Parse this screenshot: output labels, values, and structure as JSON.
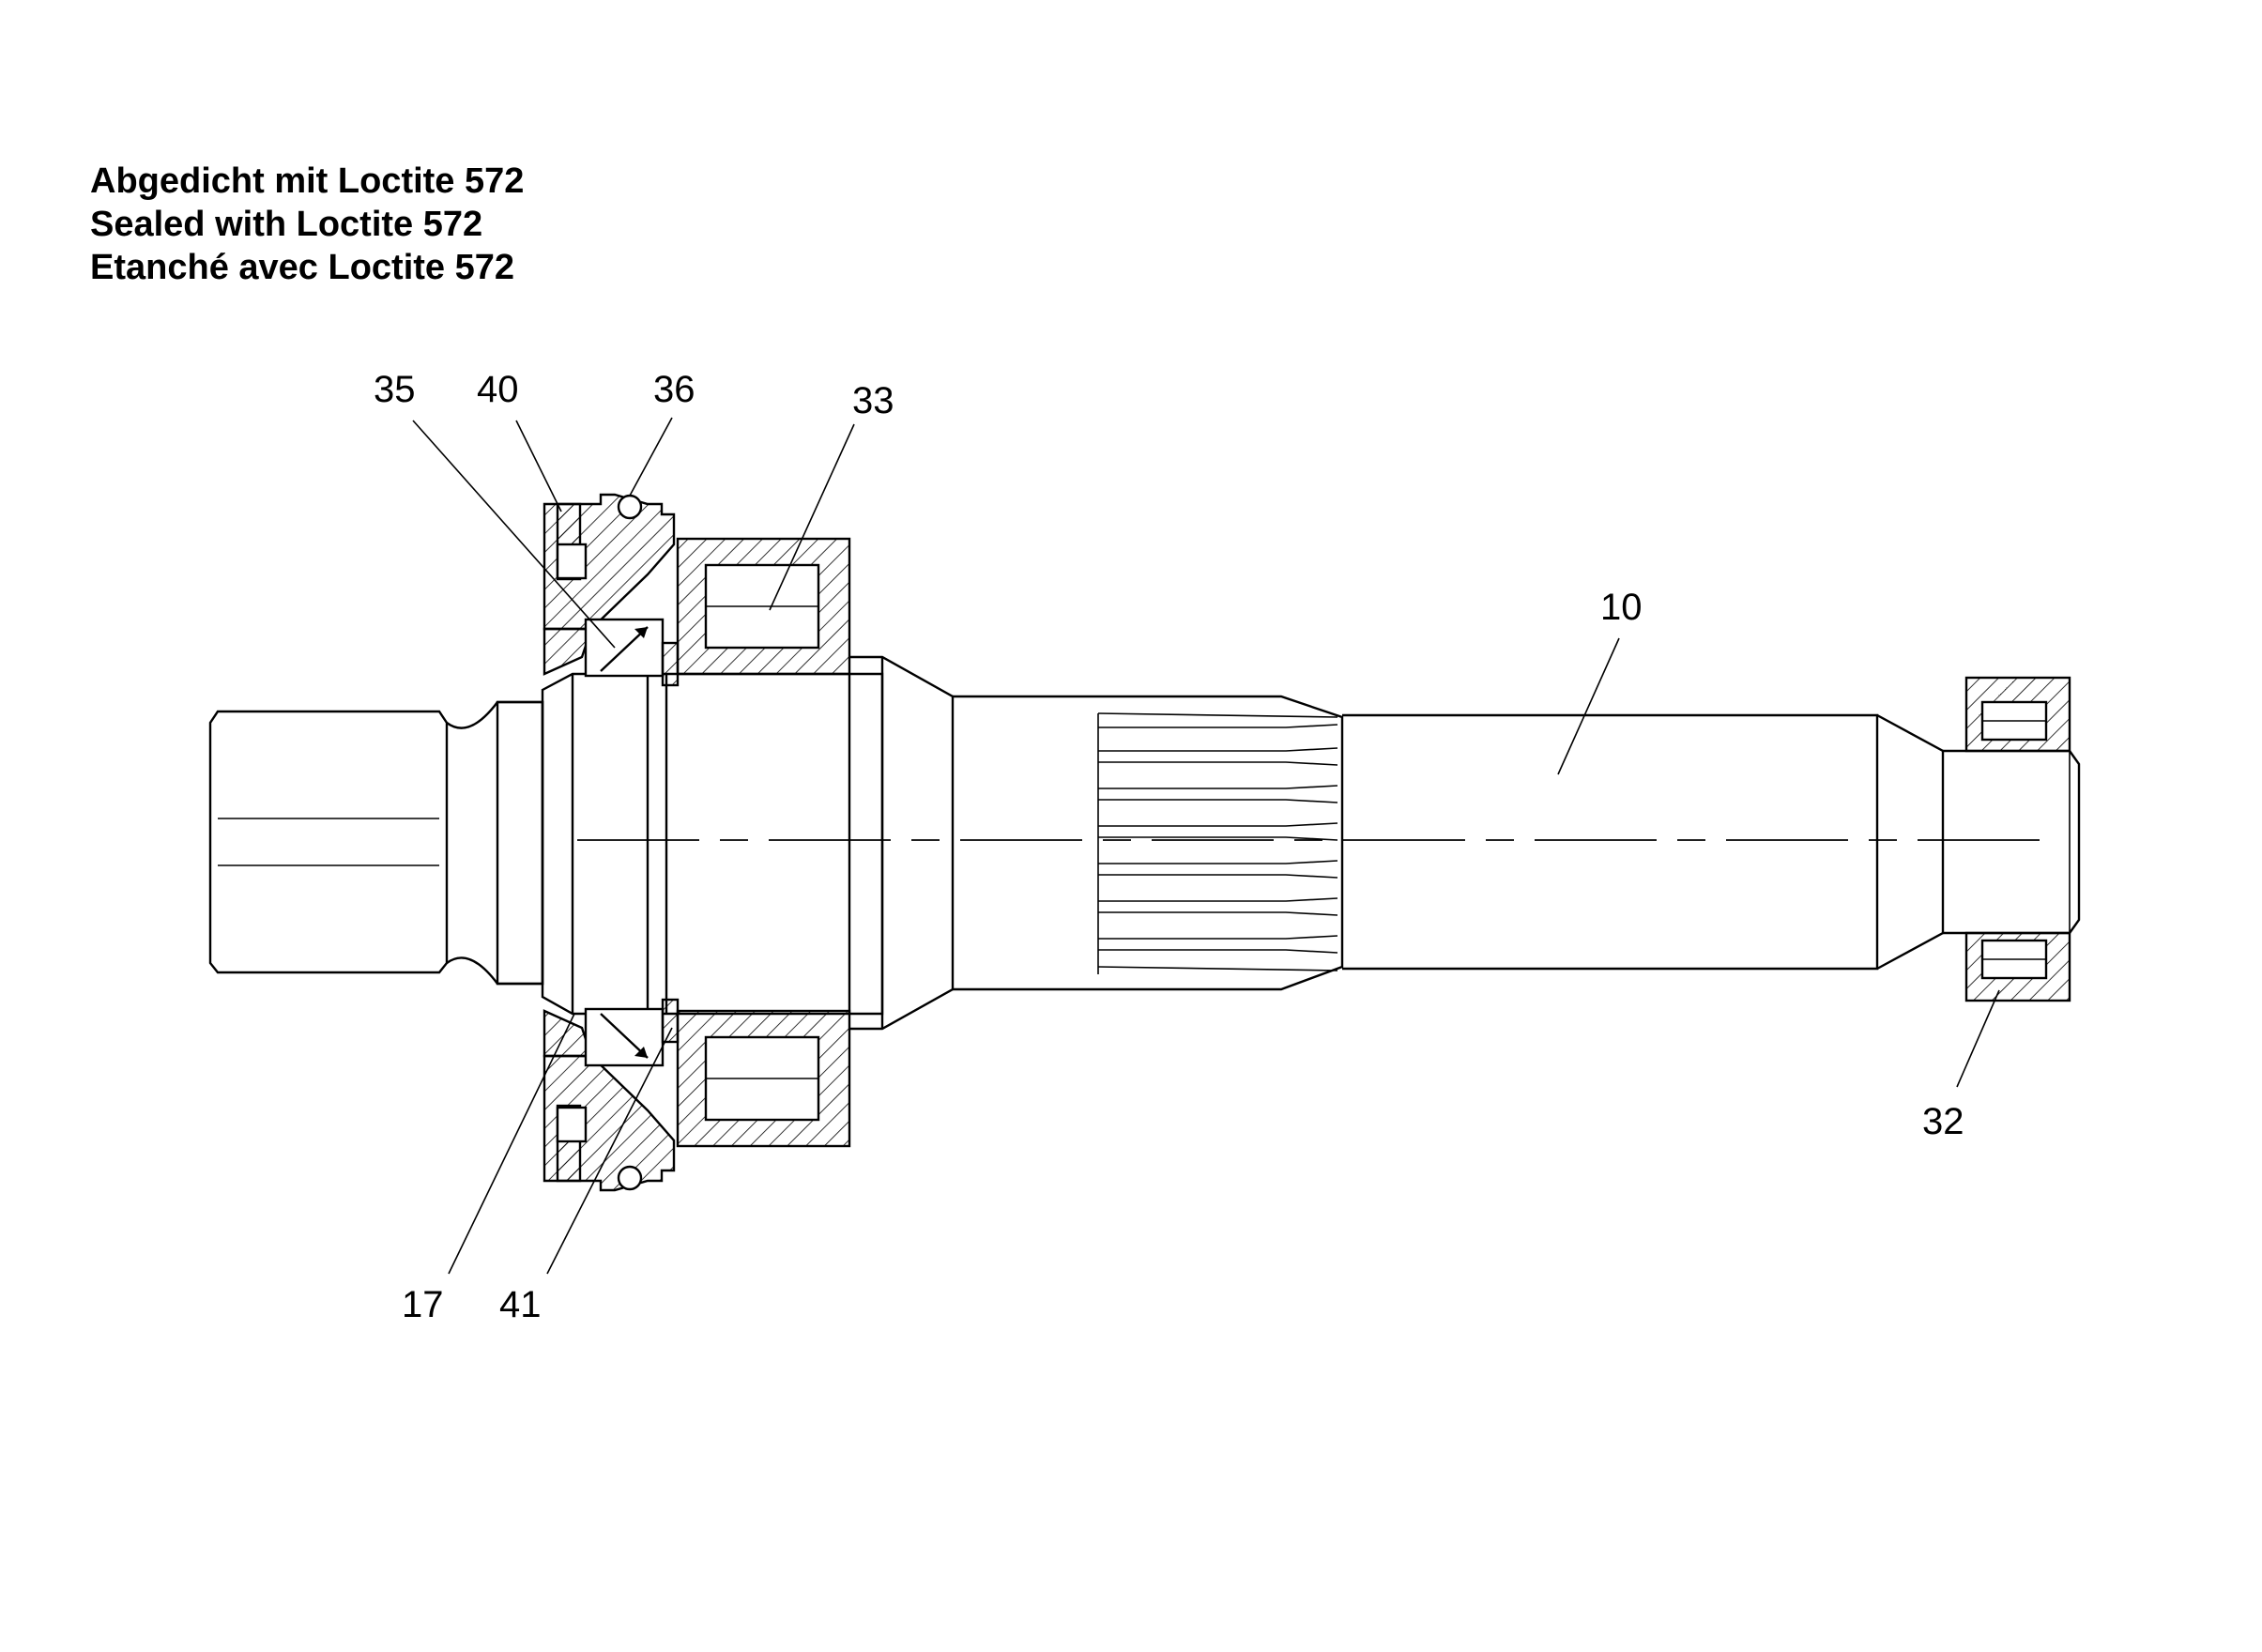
{
  "note": {
    "de": "Abgedicht mit Loctite 572",
    "en": "Sealed with Loctite 572",
    "fr": "Etanché avec Loctite 572"
  },
  "callouts": {
    "p35": "35",
    "p40": "40",
    "p36": "36",
    "p33": "33",
    "p10": "10",
    "p32": "32",
    "p17": "17",
    "p41": "41"
  }
}
